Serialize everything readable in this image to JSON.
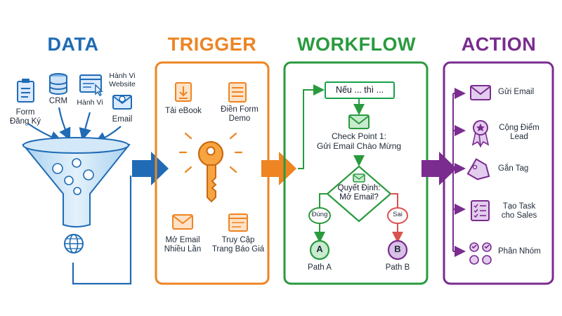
{
  "colors": {
    "data": "#1f6bb5",
    "trigger": "#ee8422",
    "workflow": "#2a9a3e",
    "action": "#7a2c8f"
  },
  "headers": {
    "data": "DATA",
    "trigger": "TRIGGER",
    "workflow": "WORKFLOW",
    "action": "ACTION"
  },
  "data_sources": {
    "form": "Form\nĐăng Ký",
    "crm": "CRM",
    "behavior": "Hành Vi",
    "website": "Hành Vi\nWebsite",
    "email": "Email"
  },
  "triggers": {
    "ebook": "Tải eBook",
    "demo": "Điền Form\nDemo",
    "open_email": "Mở Email\nNhiều Lần",
    "pricing": "Truy Cập\nTrang Báo Giá"
  },
  "workflow": {
    "if_then": "Nếu ... thì ...",
    "checkpoint": "Check Point 1:\nGửi Email Chào Mừng",
    "decision": "Quyết Định:\nMở Email?",
    "yes": "Đúng",
    "no": "Sai",
    "path_a_letter": "A",
    "path_b_letter": "B",
    "path_a": "Path A",
    "path_b": "Path B"
  },
  "actions": {
    "send_email": "Gửi Email",
    "add_points": "Cộng Điểm\nLead",
    "tag": "Gắn Tag",
    "task": "Tạo Task\ncho Sales",
    "segment": "Phân Nhóm"
  },
  "icons": {
    "form": "clipboard-icon",
    "crm": "database-icon",
    "website": "browser-cursor-icon",
    "email": "email-at-icon",
    "funnel": "funnel-icon",
    "globe": "globe-icon",
    "ebook": "ebook-download-icon",
    "demo": "form-document-icon",
    "key": "key-icon",
    "envelope": "envelope-icon",
    "pricing": "price-page-icon",
    "badge": "award-badge-icon",
    "tag": "tag-icon",
    "checklist": "checklist-icon",
    "users": "user-group-icon"
  }
}
